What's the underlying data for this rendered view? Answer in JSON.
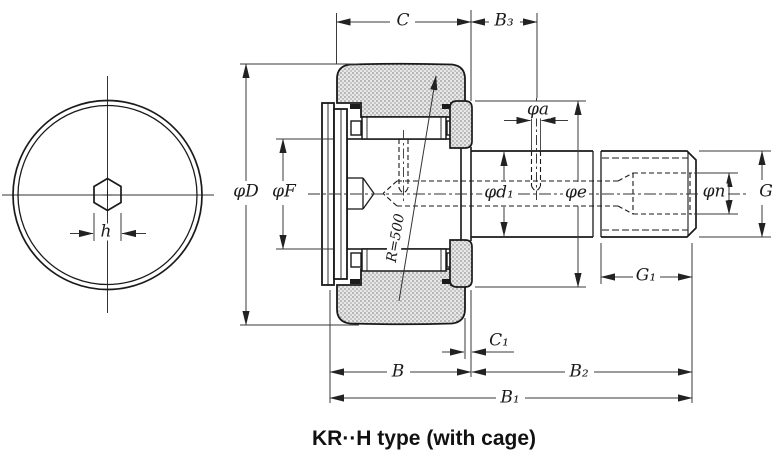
{
  "caption": "KR··H type (with cage)",
  "labels": {
    "c": "C",
    "b3": "B₃",
    "a": "φa",
    "d_outer": "φD",
    "f": "φF",
    "d1": "φd₁",
    "e": "φe",
    "n": "φn",
    "g": "G",
    "g1": "G₁",
    "c1": "C₁",
    "b": "B",
    "b2": "B₂",
    "b1": "B₁",
    "h": "h",
    "radius": "R=500"
  },
  "colors": {
    "background": "#ffffff",
    "line": "#1a1a1a",
    "dim_line": "#3a3a3a",
    "stipple_dot": "#909090",
    "stipple_bg": "#e8e8e8",
    "text": "#1a1a1a"
  }
}
